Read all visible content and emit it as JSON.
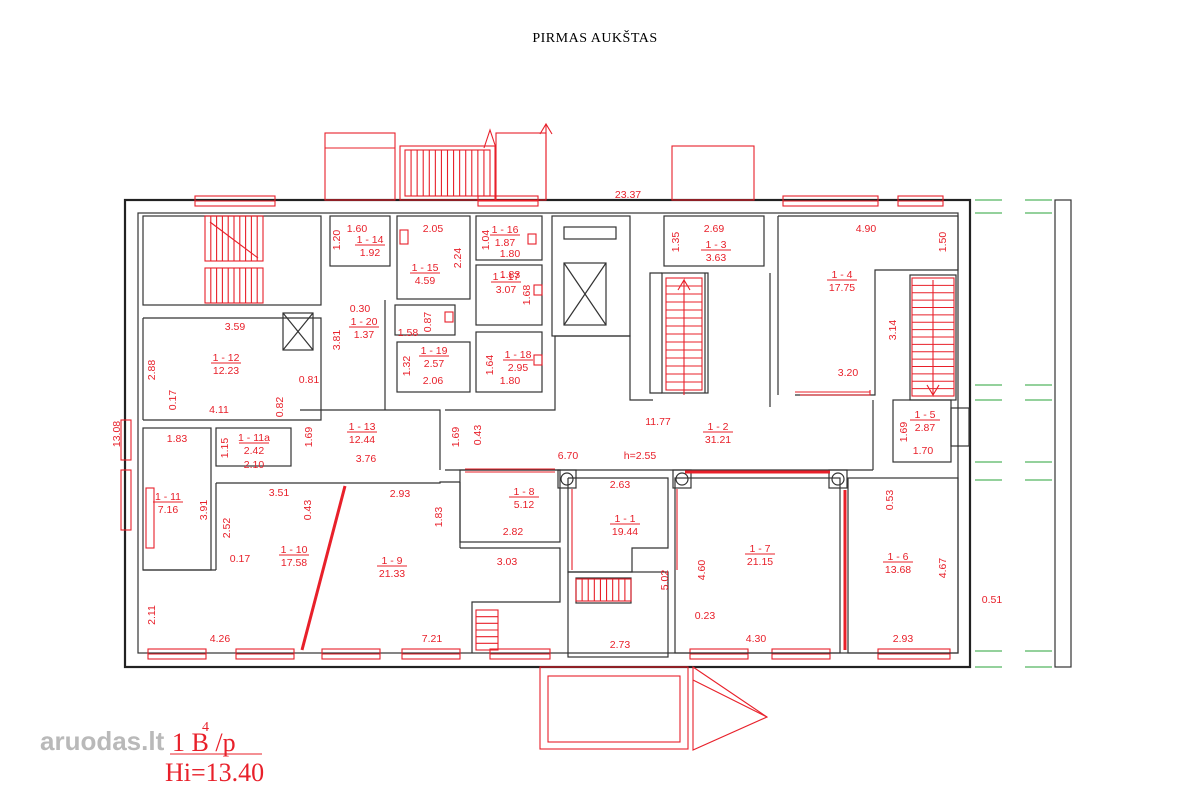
{
  "title": "PIRMAS AUKŠTAS",
  "label_line1": "1 B /p",
  "label_sup": "4",
  "label_line2": "Hi=13.40",
  "watermark": "aruodas.lt",
  "colors": {
    "red": "#e8202a",
    "walls": "#222222",
    "green": "#2aa33a",
    "title": "#000000"
  },
  "rooms": [
    {
      "id": "1 - 1",
      "area": "19.44"
    },
    {
      "id": "1 - 2",
      "area": "31.21"
    },
    {
      "id": "1 - 3",
      "area": "3.63"
    },
    {
      "id": "1 - 4",
      "area": "17.75"
    },
    {
      "id": "1 - 5",
      "area": "2.87"
    },
    {
      "id": "1 - 6",
      "area": "13.68"
    },
    {
      "id": "1 - 7",
      "area": "21.15"
    },
    {
      "id": "1 - 8",
      "area": "5.12"
    },
    {
      "id": "1 - 9",
      "area": "21.33"
    },
    {
      "id": "1 - 10",
      "area": "17.58"
    },
    {
      "id": "1 - 11",
      "area": "7.16"
    },
    {
      "id": "1 - 11a",
      "area": "2.42"
    },
    {
      "id": "1 - 12",
      "area": "12.23"
    },
    {
      "id": "1 - 13",
      "area": "12.44"
    },
    {
      "id": "1 - 14",
      "area": "1.92"
    },
    {
      "id": "1 - 15",
      "area": "4.59"
    },
    {
      "id": "1 - 16",
      "area": "1.87"
    },
    {
      "id": "1 - 17",
      "area": "3.07"
    },
    {
      "id": "1 - 18",
      "area": "2.95"
    },
    {
      "id": "1 - 19",
      "area": "2.57"
    },
    {
      "id": "1 - 20",
      "area": "1.37"
    }
  ],
  "dimensions": [
    "23.37",
    "13.08",
    "1.60",
    "1.20",
    "2.05",
    "2.24",
    "1.04",
    "1.80",
    "1.83",
    "1.68",
    "2.69",
    "1.35",
    "4.90",
    "1.50",
    "3.59",
    "2.88",
    "0.81",
    "0.17",
    "4.11",
    "0.82",
    "3.81",
    "0.30",
    "1.58",
    "0.87",
    "1.32",
    "2.06",
    "1.64",
    "1.80",
    "3.14",
    "3.20",
    "11.77",
    "0.43",
    "1.69",
    "1.83",
    "1.15",
    "2.10",
    "1.69",
    "3.76",
    "6.70",
    "h=2.55",
    "1.69",
    "1.70",
    "3.91",
    "3.51",
    "2.93",
    "0.43",
    "1.83",
    "2.63",
    "2.82",
    "0.53",
    "2.52",
    "0.17",
    "3.03",
    "4.60",
    "5.02",
    "4.67",
    "0.51",
    "2.11",
    "4.26",
    "7.21",
    "0.23",
    "4.30",
    "2.93",
    "2.73"
  ]
}
